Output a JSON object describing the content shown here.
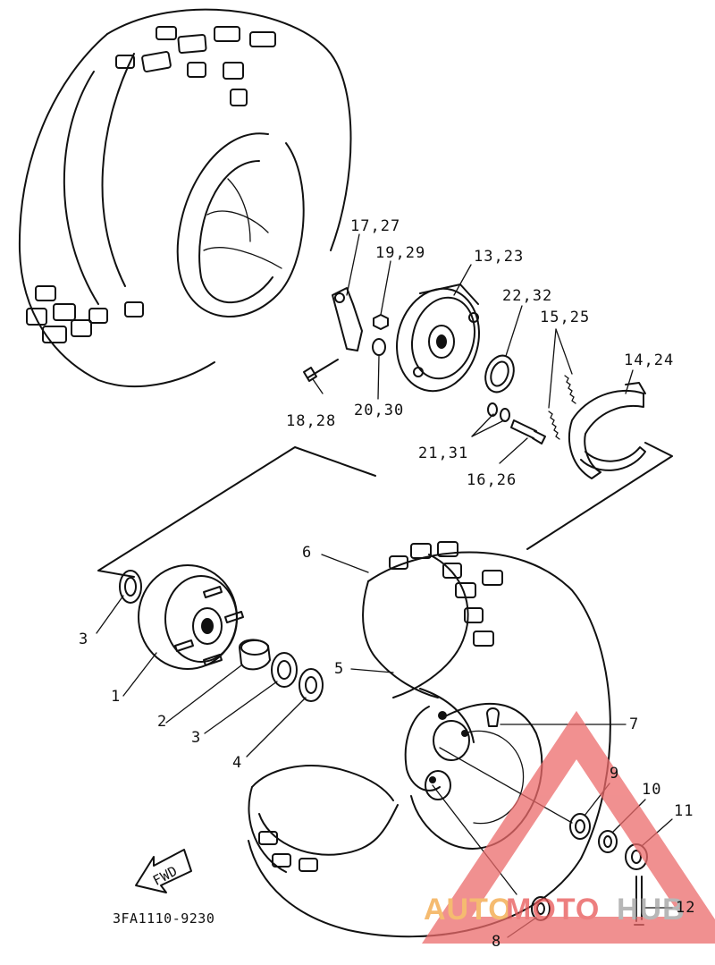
{
  "diagram": {
    "part_labels": [
      {
        "id": "p17_27",
        "text": "17,27"
      },
      {
        "id": "p19_29",
        "text": "19,29"
      },
      {
        "id": "p13_23",
        "text": "13,23"
      },
      {
        "id": "p22_32",
        "text": "22,32"
      },
      {
        "id": "p15_25",
        "text": "15,25"
      },
      {
        "id": "p14_24",
        "text": "14,24"
      },
      {
        "id": "p18_28",
        "text": "18,28"
      },
      {
        "id": "p20_30",
        "text": "20,30"
      },
      {
        "id": "p21_31",
        "text": "21,31"
      },
      {
        "id": "p16_26",
        "text": "16,26"
      },
      {
        "id": "p6",
        "text": "6"
      },
      {
        "id": "p3a",
        "text": "3"
      },
      {
        "id": "p5",
        "text": "5"
      },
      {
        "id": "p1",
        "text": "1"
      },
      {
        "id": "p2",
        "text": "2"
      },
      {
        "id": "p3b",
        "text": "3"
      },
      {
        "id": "p4",
        "text": "4"
      },
      {
        "id": "p7",
        "text": "7"
      },
      {
        "id": "p9",
        "text": "9"
      },
      {
        "id": "p10",
        "text": "10"
      },
      {
        "id": "p11",
        "text": "11"
      },
      {
        "id": "p12",
        "text": "12"
      },
      {
        "id": "p8",
        "text": "8"
      }
    ],
    "fwd_label": "FWD",
    "drawing_code": "3FA1110-9230"
  },
  "watermark": {
    "text_orange": "AUTO",
    "text_red": "MOTO",
    "text_gray": "HUB",
    "colors": {
      "orange": "#f2a541",
      "red": "#e85555",
      "gray": "#a0a0a0",
      "triangle": "#ec6b6b"
    }
  }
}
